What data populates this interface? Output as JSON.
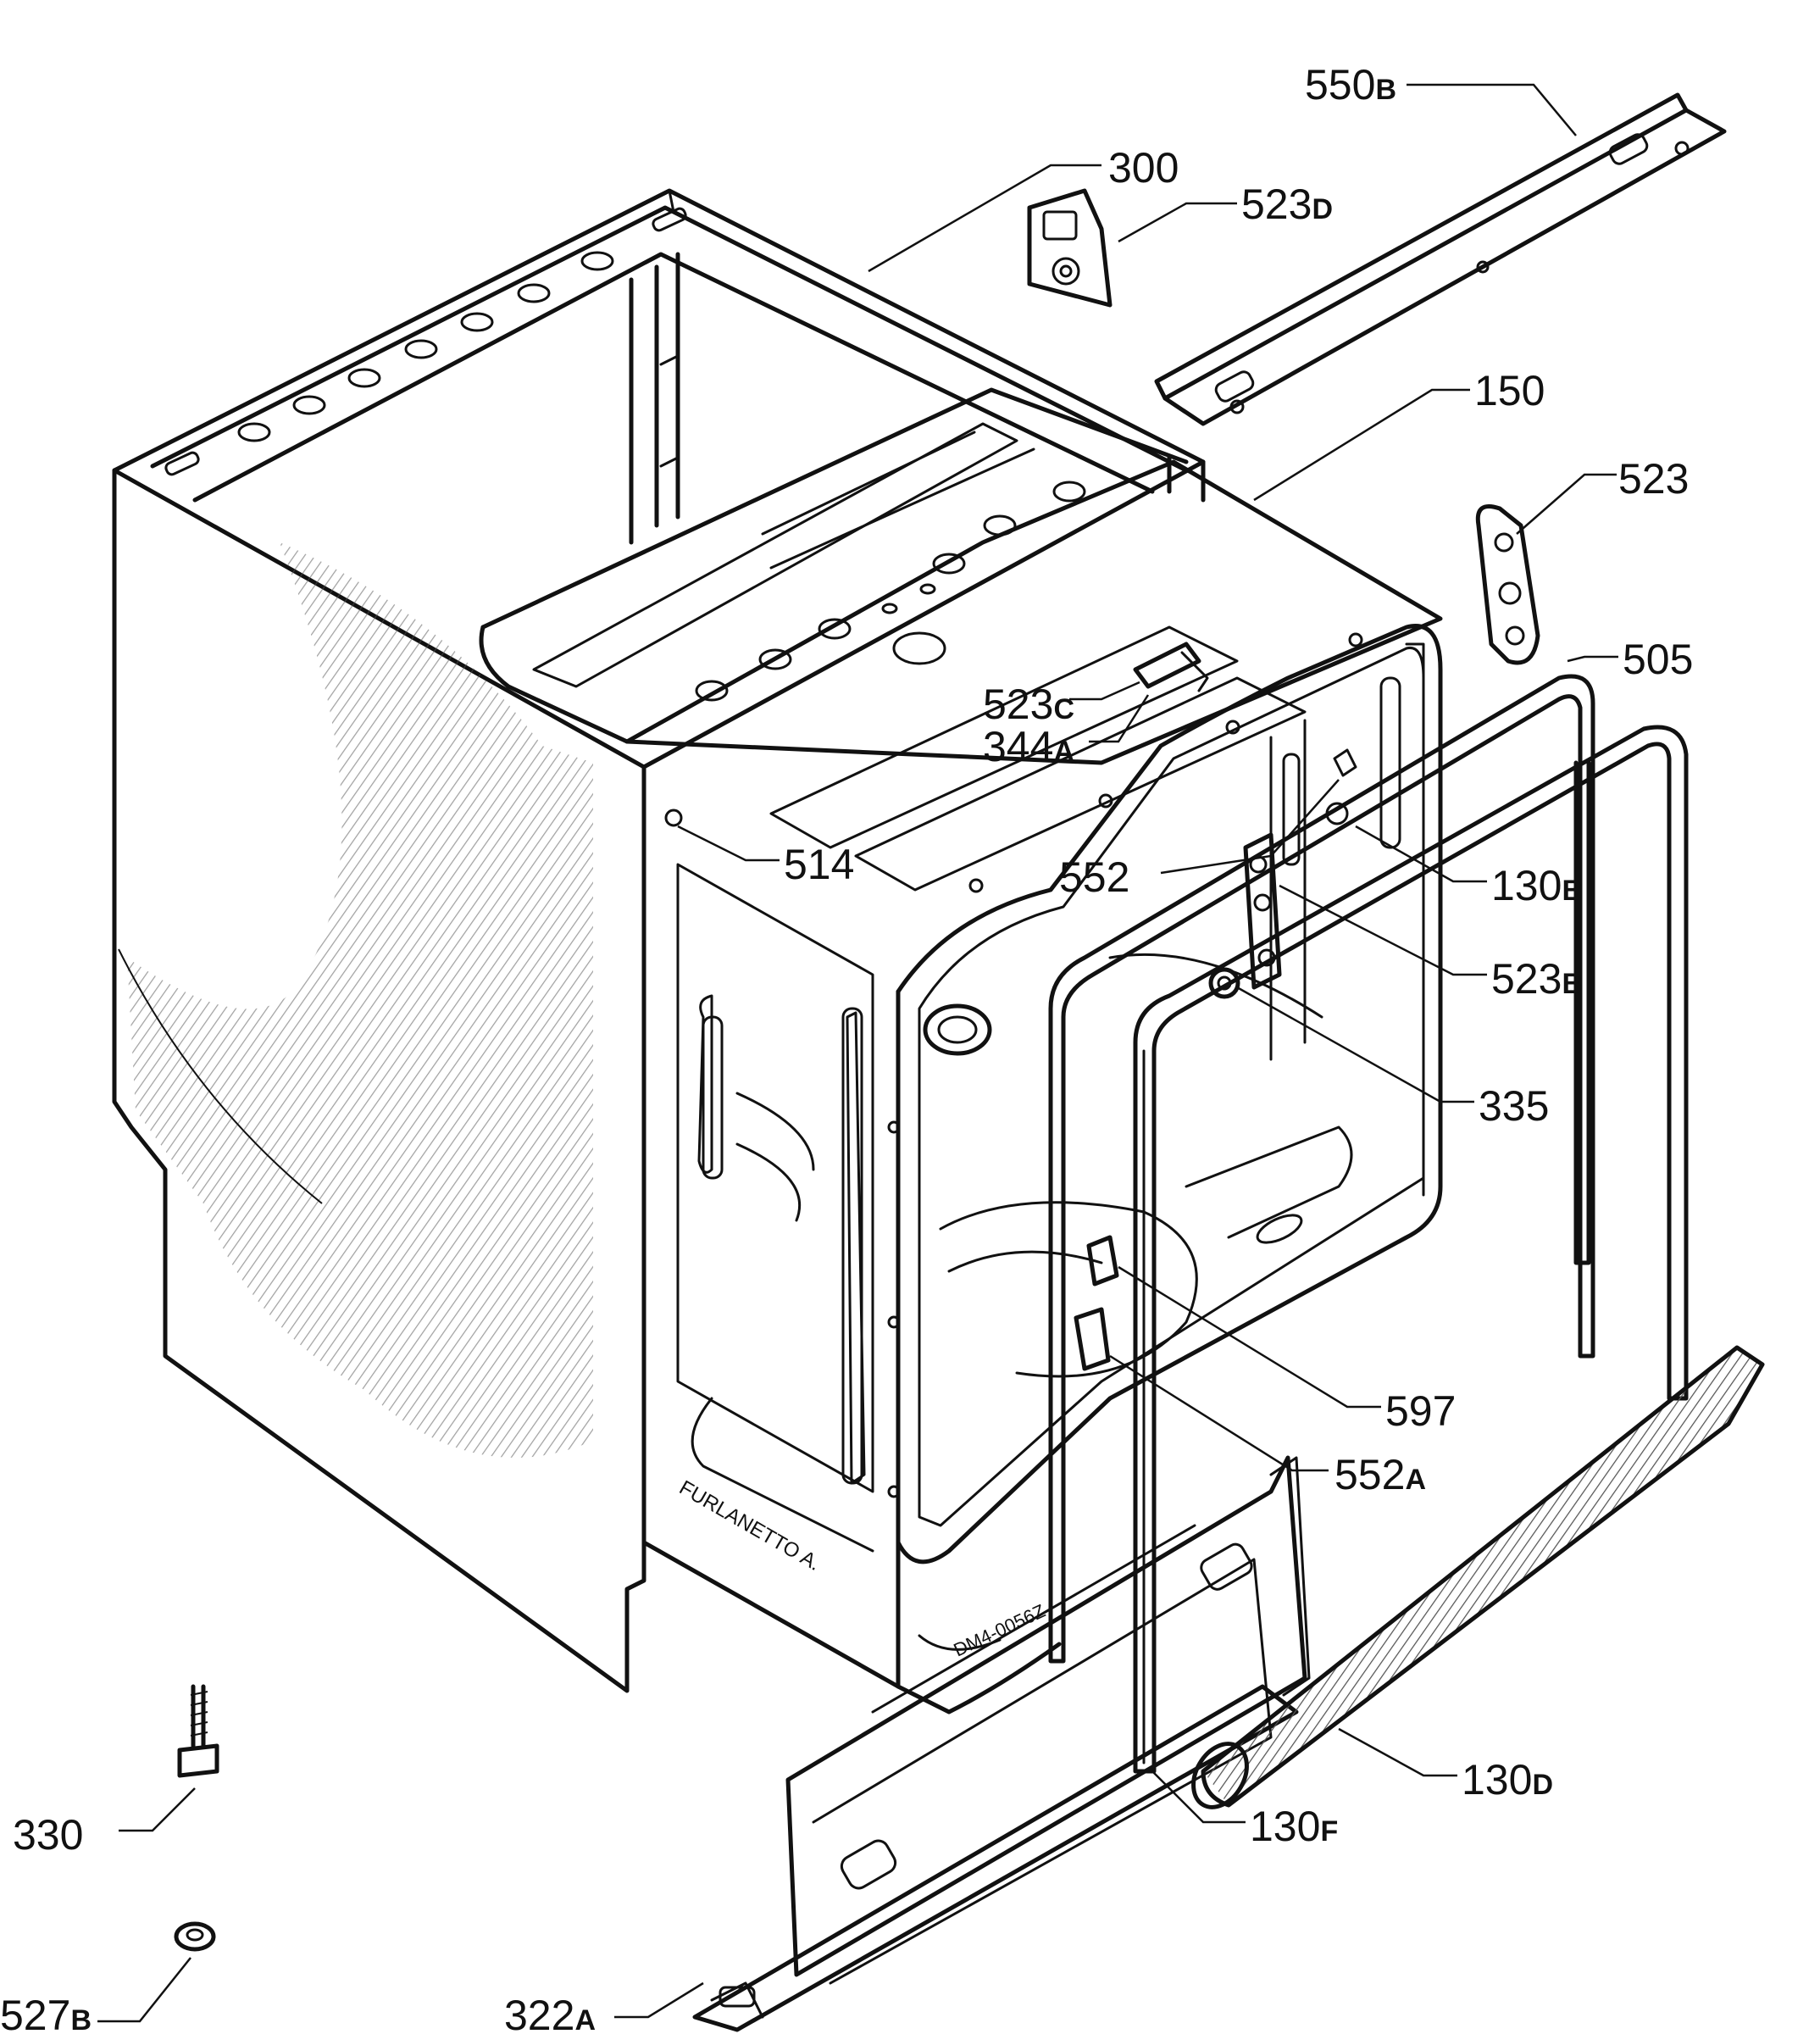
{
  "colors": {
    "ink": "#111111",
    "paper": "#ffffff",
    "hatch": "#555555"
  },
  "labels": {
    "p300": {
      "num": "300",
      "suffix": ""
    },
    "p523d": {
      "num": "523",
      "suffix": "D"
    },
    "p550b": {
      "num": "550",
      "suffix": "B"
    },
    "p150": {
      "num": "150",
      "suffix": ""
    },
    "p523": {
      "num": "523",
      "suffix": ""
    },
    "p505": {
      "num": "505",
      "suffix": ""
    },
    "p523c": {
      "num": "523",
      "suffix": "C"
    },
    "p344a": {
      "num": "344",
      "suffix": "A"
    },
    "p514": {
      "num": "514",
      "suffix": ""
    },
    "p552": {
      "num": "552",
      "suffix": ""
    },
    "p130b": {
      "num": "130",
      "suffix": "B"
    },
    "p523b": {
      "num": "523",
      "suffix": "B"
    },
    "p335": {
      "num": "335",
      "suffix": ""
    },
    "p597": {
      "num": "597",
      "suffix": ""
    },
    "p552a": {
      "num": "552",
      "suffix": "A"
    },
    "p130d": {
      "num": "130",
      "suffix": "D"
    },
    "p130f": {
      "num": "130",
      "suffix": "F"
    },
    "p330": {
      "num": "330",
      "suffix": ""
    },
    "p527b": {
      "num": "527",
      "suffix": "B"
    },
    "p322a": {
      "num": "322",
      "suffix": "A"
    }
  },
  "inscriptions": {
    "maker": "FURLANETTO A.",
    "drawing_code": "DM4-0056Z"
  }
}
